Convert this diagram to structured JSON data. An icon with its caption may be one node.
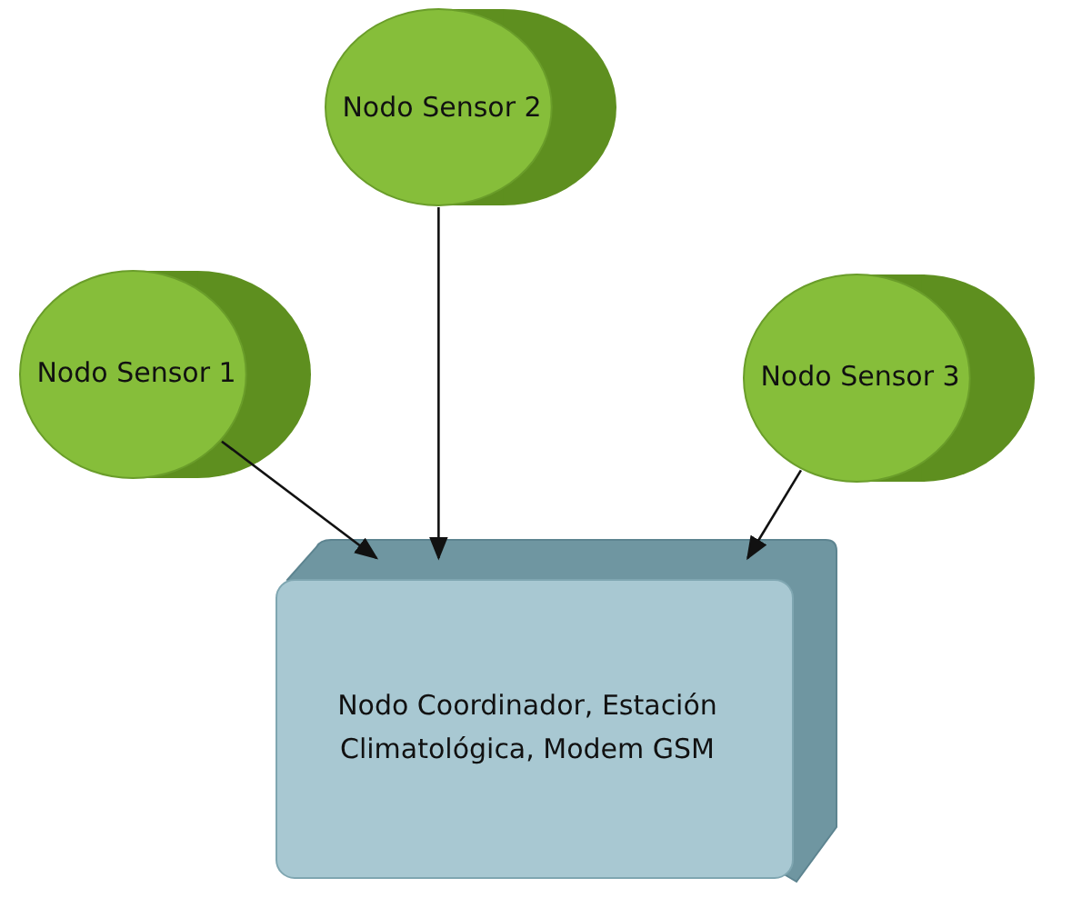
{
  "diagram": {
    "nodes": [
      {
        "text": [
          "Nodo Sensor 2"
        ]
      },
      {
        "text": [
          "Nodo Sensor 1"
        ]
      },
      {
        "text": [
          "Nodo Sensor 3"
        ]
      },
      {
        "text": [
          "Nodo Coordinador, Estación Climatológica, Modem GSM"
        ]
      }
    ],
    "edges": [
      {
        "from": 1,
        "to": 3,
        "arrow": "to"
      },
      {
        "from": 0,
        "to": 3,
        "arrow": "to"
      },
      {
        "from": 2,
        "to": 3,
        "arrow": "to"
      }
    ]
  }
}
